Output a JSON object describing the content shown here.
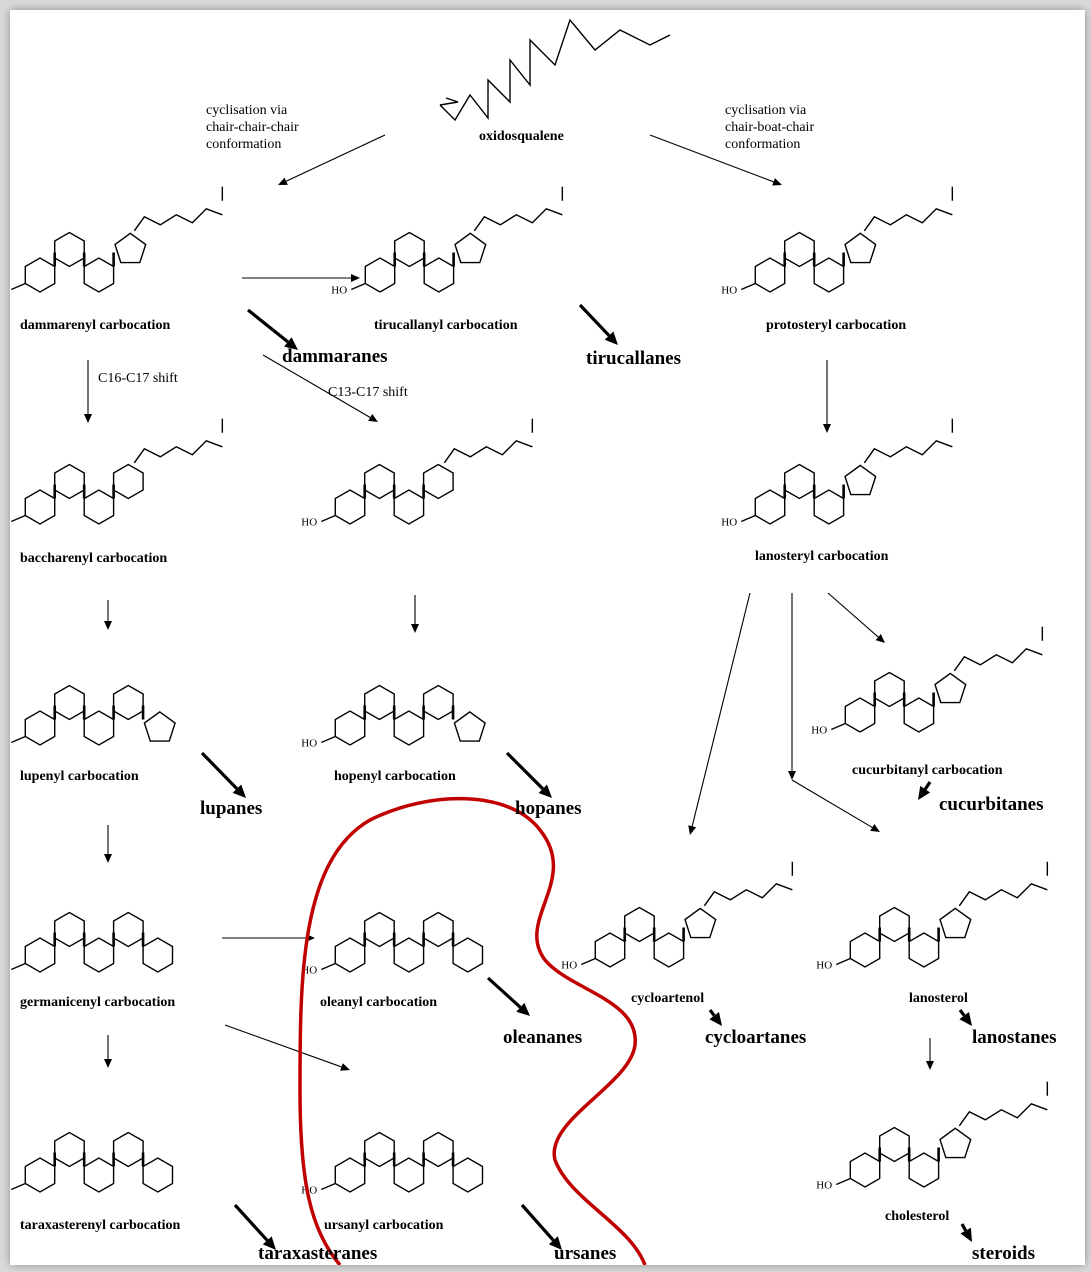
{
  "precursor": {
    "name": "oxidosqualene"
  },
  "cyclisation_left": [
    "cyclisation via",
    "chair-chair-chair",
    "conformation"
  ],
  "cyclisation_right": [
    "cyclisation via",
    "chair-boat-chair",
    "conformation"
  ],
  "shifts": {
    "c16_c17": "C16-C17 shift",
    "c13_c17": "C13-C17 shift"
  },
  "carbocations": {
    "dammarenyl": "dammarenyl carbocation",
    "tirucallanyl": "tirucallanyl carbocation",
    "protosteryl": "protosteryl carbocation",
    "baccharenyl": "baccharenyl carbocation",
    "lanosteryl": "lanosteryl carbocation",
    "lupenyl": "lupenyl carbocation",
    "hopenyl": "hopenyl carbocation",
    "cucurbitanyl": "cucurbitanyl carbocation",
    "germanicenyl": "germanicenyl carbocation",
    "oleanyl": "oleanyl carbocation",
    "taraxasterenyl": "taraxasterenyl carbocation",
    "ursanyl": "ursanyl carbocation"
  },
  "compounds": {
    "cycloartenol": "cycloartenol",
    "lanosterol": "lanosterol",
    "cholesterol": "cholesterol"
  },
  "classes": {
    "dammaranes": "dammaranes",
    "tirucallanes": "tirucallanes",
    "lupanes": "lupanes",
    "hopanes": "hopanes",
    "cucurbitanes": "cucurbitanes",
    "oleananes": "oleananes",
    "cycloartanes": "cycloartanes",
    "lanostanes": "lanostanes",
    "taraxasteranes": "taraxasteranes",
    "ursanes": "ursanes",
    "steroids": "steroids"
  },
  "highlight_color": "#c00000"
}
